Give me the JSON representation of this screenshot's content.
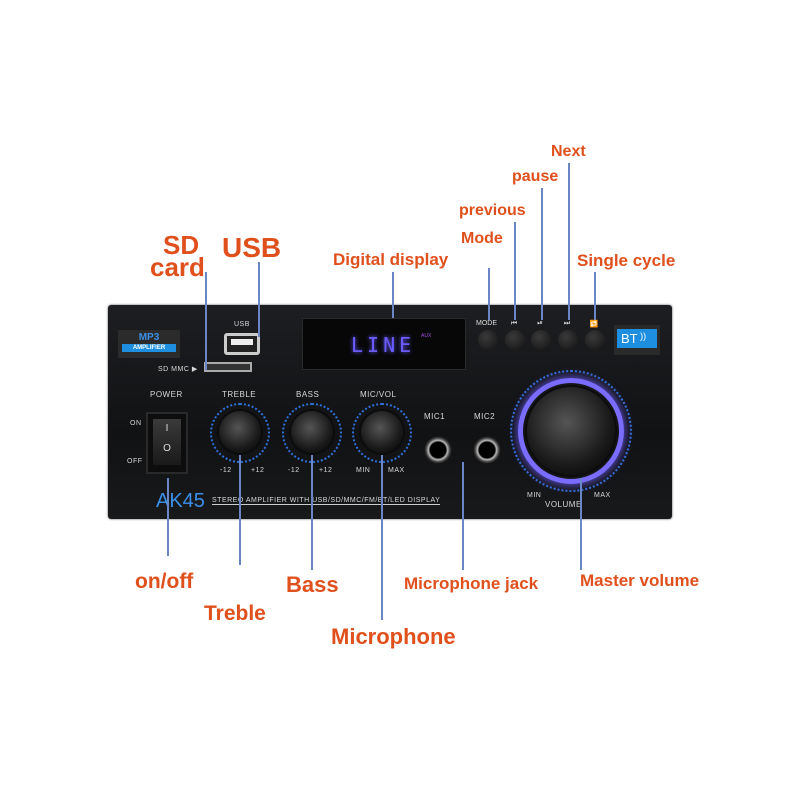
{
  "callouts": {
    "sd_card": [
      "SD",
      "card"
    ],
    "usb": "USB",
    "digital_display": "Digital display",
    "mode": "Mode",
    "previous": "previous",
    "pause": "pause",
    "next": "Next",
    "single_cycle": "Single cycle",
    "on_off": "on/off",
    "treble": "Treble",
    "bass": "Bass",
    "microphone": "Microphone",
    "microphone_jack": "Microphone jack",
    "master_volume": "Master volume"
  },
  "panel": {
    "badge_top": "MP3",
    "badge_bottom": "AMPLIFIER",
    "usb_label": "USB",
    "sd_label": "SD MMC ▶",
    "display_text": "LINE",
    "display_sub": "AUX",
    "button_labels": [
      "MODE",
      "⏮",
      "⏯",
      "⏭",
      "🔁"
    ],
    "bt_label": "BT",
    "power_label": "POWER",
    "on_label": "ON",
    "off_label": "OFF",
    "switch_on": "I",
    "switch_off": "O",
    "treble_label": "TREBLE",
    "bass_label": "BASS",
    "micvol_label": "MIC/VOL",
    "treble_min": "-12",
    "treble_max": "+12",
    "bass_min": "-12",
    "bass_max": "+12",
    "micvol_min": "MIN",
    "micvol_max": "MAX",
    "mic1": "MIC1",
    "mic2": "MIC2",
    "volume_label": "VOLUME",
    "volume_min": "MIN",
    "volume_max": "MAX",
    "model": "AK45",
    "model_desc": "STEREO AMPLIFIER WITH USB/SD/MMC/FM/BT/LED DISPLAY"
  },
  "colors": {
    "callout": "#e0501c",
    "leader_line": "#6a86c4",
    "led": "#6a5cff",
    "bt_badge": "#1e8fe0"
  }
}
